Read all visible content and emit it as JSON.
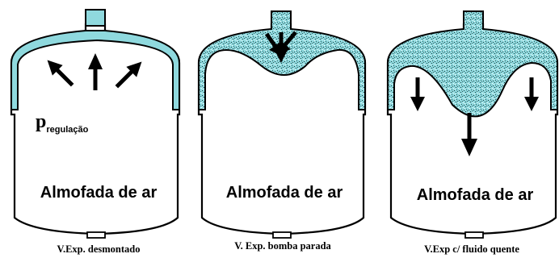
{
  "colors": {
    "fluid": "#8fd9de",
    "outline": "#000000",
    "background": "#ffffff"
  },
  "vessels": [
    {
      "id": "dismounted",
      "air_label": "Almofada de ar",
      "caption": "V.Exp. desmontado",
      "pressure_symbol": "p",
      "pressure_subscript": "regulação",
      "arrow_direction": "outward"
    },
    {
      "id": "pump-stopped",
      "air_label": "Almofada de ar",
      "caption": "V. Exp. bomba parada",
      "arrow_direction": "downward"
    },
    {
      "id": "hot-fluid",
      "air_label": "Almofada de ar",
      "caption": "V.Exp c/ fluido quente",
      "arrow_direction": "downward"
    }
  ]
}
